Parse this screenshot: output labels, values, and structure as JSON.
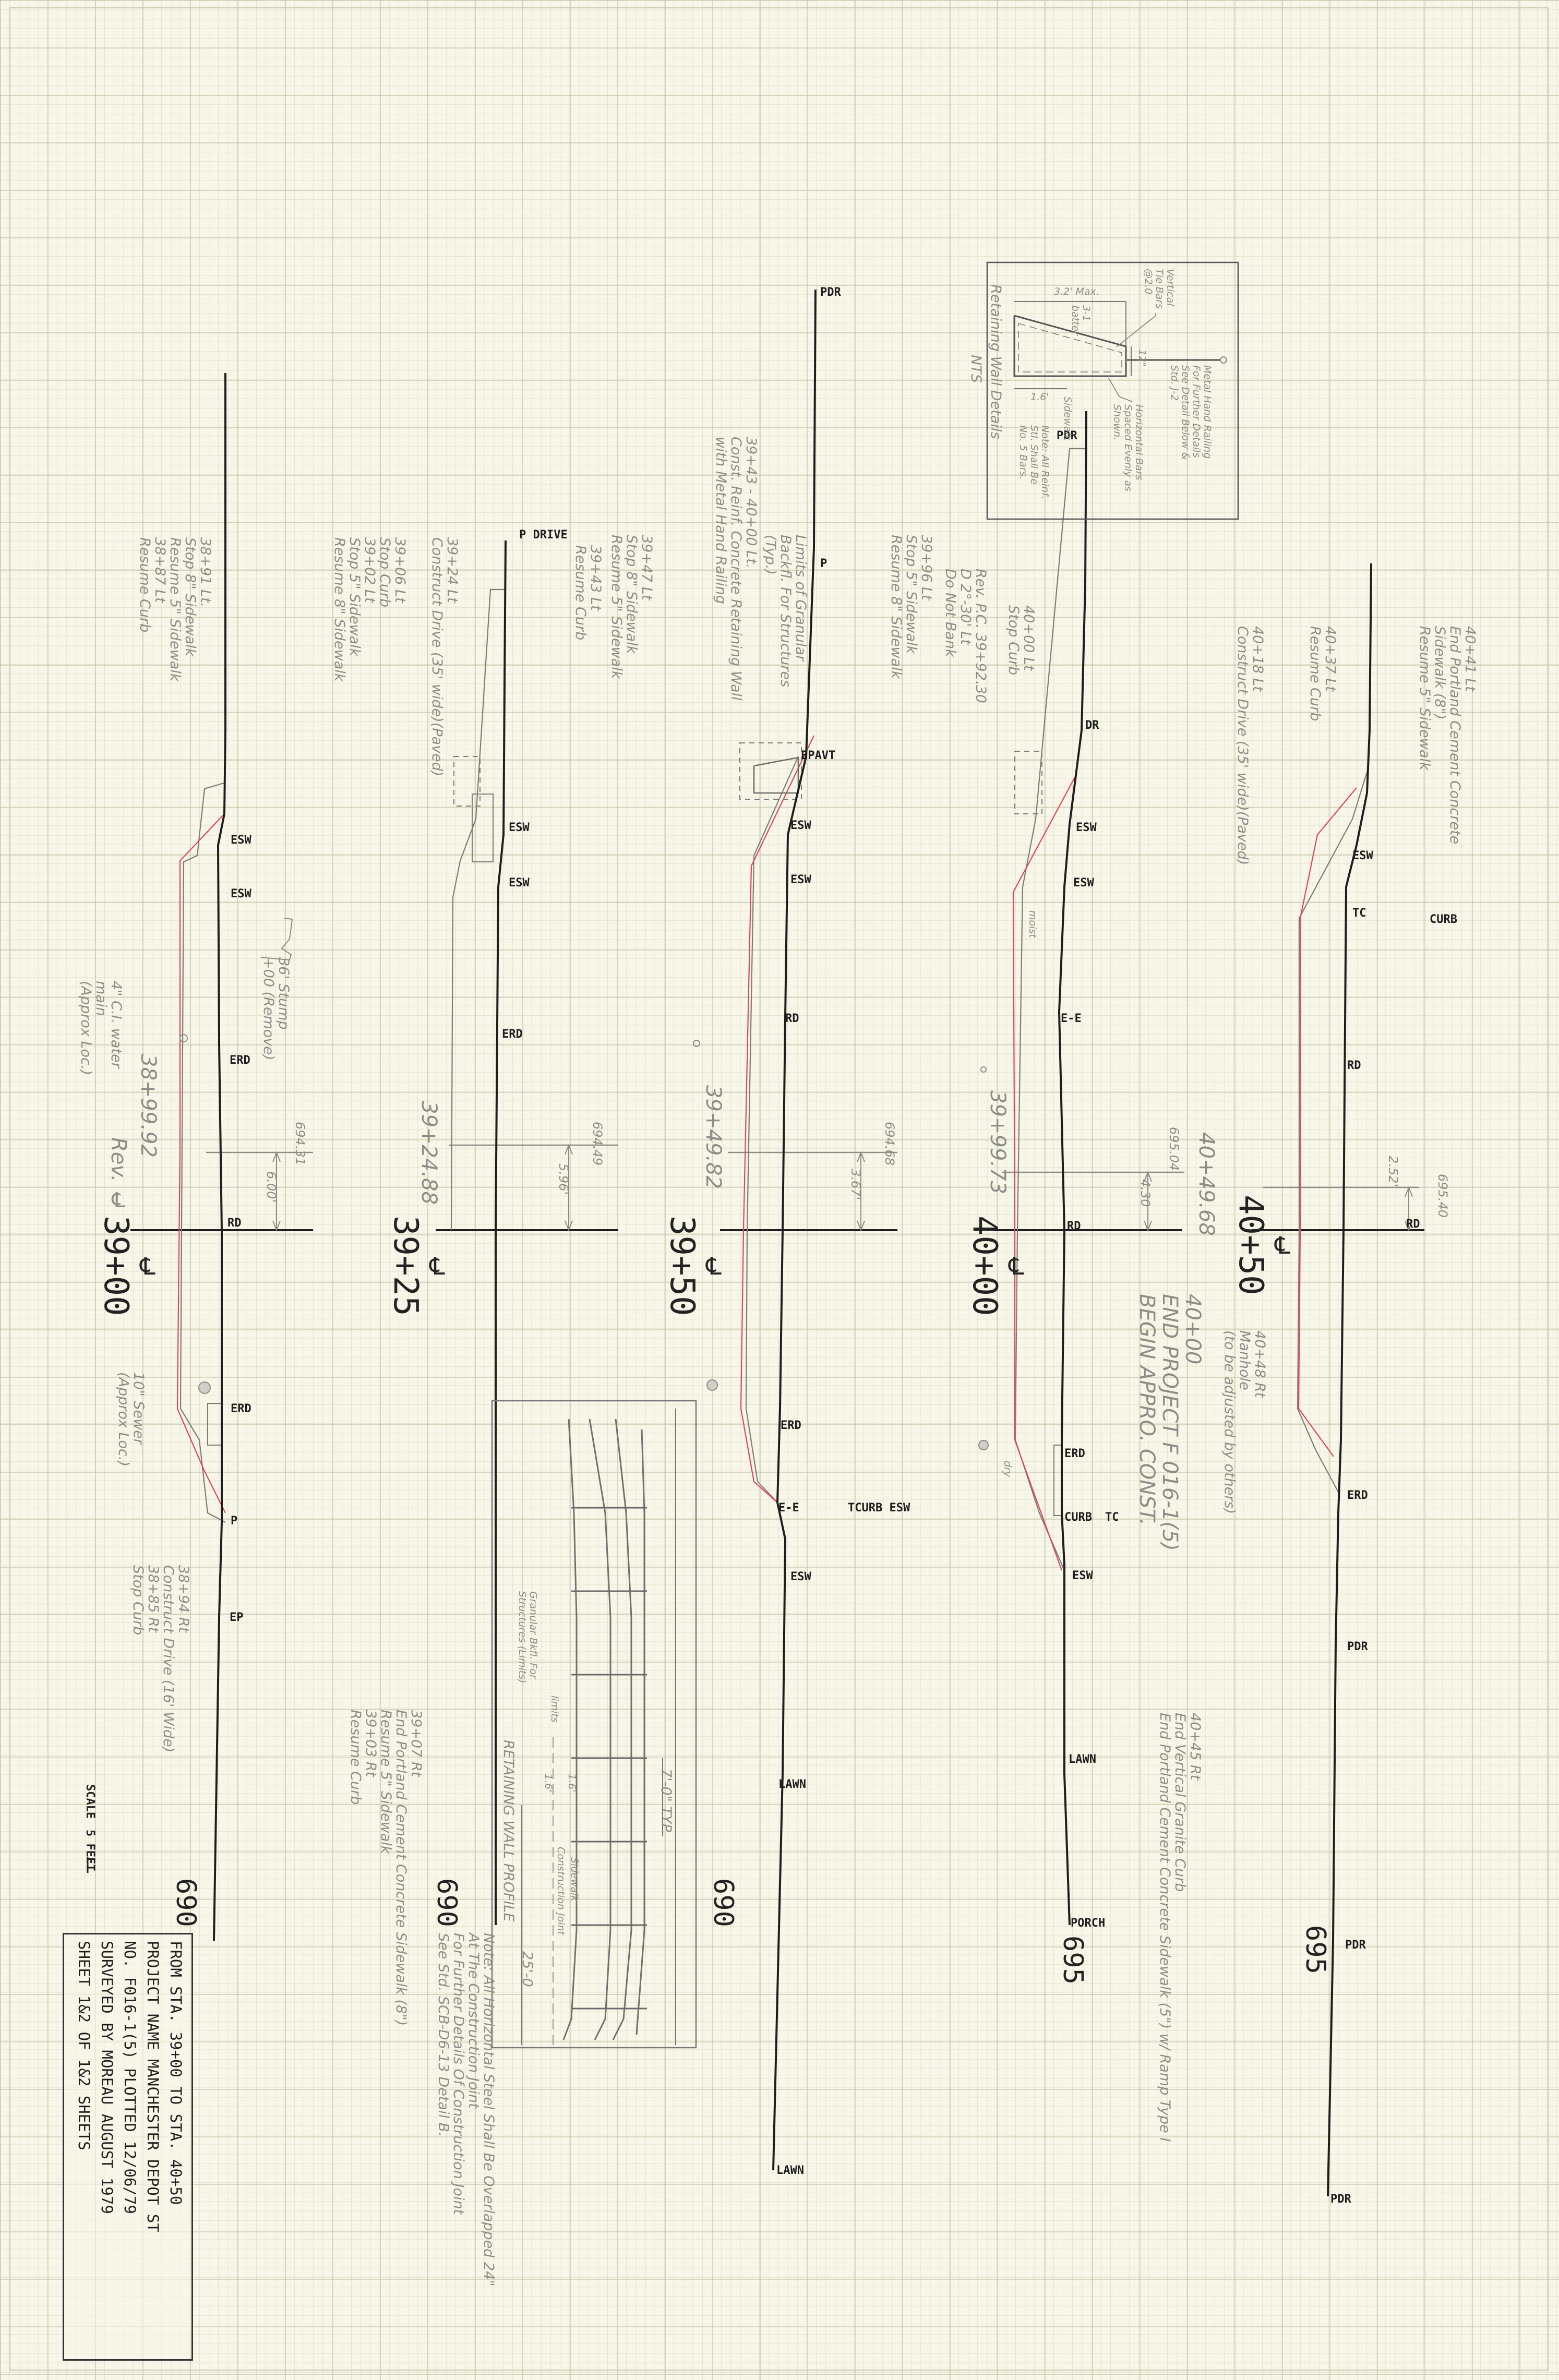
{
  "title_block": {
    "rows": [
      "FROM STA. 39+00      TO STA. 40+50",
      "PROJECT NAME  MANCHESTER  DEPOT ST",
      "      NO.     F016-1(5)    PLOTTED 12/06/79",
      "SURVEYED BY   MOREAU       AUGUST 1979",
      "SHEET 1&2 OF 1&2 SHEETS"
    ]
  },
  "scale": {
    "label": "SCALE",
    "value": "5 FEET"
  },
  "colors": {
    "ground": "#1e1e1e",
    "proposed": "#e0455a",
    "pencil": "#8d8d87"
  },
  "sections": [
    {
      "station": "39+00",
      "cl_symbol": "℄",
      "rev_station": "38+99.92",
      "elevation": "694.31",
      "offset": "6.00'",
      "elev_label": "690",
      "ground_labels": [
        "ESW",
        "ESW",
        "ERD",
        "RD",
        "ERD",
        "P",
        "EP"
      ]
    },
    {
      "station": "39+25",
      "cl_symbol": "℄",
      "rev_station": "39+24.88",
      "elevation": "694.49",
      "offset": "5.96'",
      "elev_label": "690",
      "ground_labels": [
        "P DRIVE",
        "ESW",
        "ESW",
        "ERD"
      ]
    },
    {
      "station": "39+50",
      "cl_symbol": "℄",
      "rev_station": "39+49.82",
      "elevation": "694.68",
      "offset": "3.67'",
      "elev_label": "690",
      "ground_labels": [
        "PDR",
        "P",
        "EPAVT",
        "ESW",
        "ESW",
        "RD",
        "ERD",
        "E-E",
        "TCURB ESW",
        "ESW",
        "LAWN",
        "LAWN"
      ]
    },
    {
      "station": "40+00",
      "cl_symbol": "℄",
      "rev_station": "39+99.73",
      "elevation": "695.04",
      "offset": "4.30",
      "elev_label": "695",
      "ground_labels": [
        "PDR",
        "DR",
        "ESW",
        "ESW",
        "E-E",
        "RD",
        "ERD",
        "CURB",
        "TC",
        "ESW",
        "LAWN",
        "PORCH"
      ]
    },
    {
      "station": "40+50",
      "cl_symbol": "℄",
      "rev_station": "40+49.68",
      "elevation": "695.40",
      "offset": "2.52'",
      "elev_label": "695",
      "ground_labels": [
        "ESW",
        "TC",
        "CURB",
        "RD",
        "RD",
        "ERD",
        "PDR",
        "PDR",
        "PDR"
      ]
    }
  ],
  "notes": [
    {
      "lines": [
        "38+91 Lt.",
        "Stop 8\" Sidewalk",
        "Resume 5\" Sidewalk",
        "38+87 Lt",
        "Resume Curb"
      ]
    },
    {
      "lines": [
        "36' Stump",
        "+00 (Remove)"
      ]
    },
    {
      "lines": [
        "4\" C.I. water",
        "main",
        "(Approx Loc.)"
      ]
    },
    {
      "lines": [
        "10\" Sewer",
        "(Approx Loc.)"
      ]
    },
    {
      "lines": [
        "38+94 Rt",
        "Construct Drive (16' Wide)",
        "38+85 Rt",
        "Stop Curb"
      ]
    },
    {
      "lines": [
        "39+06 Lt",
        "Stop Curb",
        "39+02 Lt",
        "Stop 5\" Sidewalk",
        "Resume 8\" Sidewalk"
      ]
    },
    {
      "lines": [
        "39+24 Lt",
        "Construct Drive (35' wide)(Paved)"
      ]
    },
    {
      "lines": [
        "39+43 Lt",
        "Resume Curb"
      ]
    },
    {
      "lines": [
        "39+47 Lt",
        "Stop 8\" Sidewalk",
        "Resume 5\" Sidewalk"
      ]
    },
    {
      "lines": [
        "39+07 Rt",
        "End Portland Cement Concrete Sidewalk (8\")",
        "Resume 5\" Sidewalk",
        "39+03 Rt",
        "Resume Curb"
      ]
    },
    {
      "lines": [
        "39+43 - 40+00 Lt.",
        "Const. Reinf. Concrete Retaining Wall",
        "with Metal Hand Railing"
      ]
    },
    {
      "lines": [
        "Limits of Granular",
        "Backfl. For Structures",
        "(Typ.)"
      ]
    },
    {
      "lines": [
        "39+96 Lt",
        "Stop 5\" Sidewalk",
        "Resume 8\" Sidewalk"
      ]
    },
    {
      "lines": [
        "Rev. P.C. 39+92.30",
        "D 2°-30' Lt",
        "Do Not Bank"
      ]
    },
    {
      "lines": [
        "40+00 Lt",
        "Stop Curb"
      ]
    },
    {
      "lines": [
        "40+18 Lt",
        "Construct Drive (35' wide)(Paved)"
      ]
    },
    {
      "lines": [
        "40+37 Lt",
        "Resume Curb"
      ]
    },
    {
      "lines": [
        "40+41 Lt",
        "End Portland Cement Concrete",
        "Sidewalk (8\")",
        "Resume 5\" Sidewalk"
      ]
    },
    {
      "lines": [
        "40+00",
        "END PROJECT F 016-1(5)",
        "BEGIN APPRO. CONST."
      ]
    },
    {
      "lines": [
        "40+48 Rt",
        "Manhole",
        "(to be adjusted by others)"
      ]
    },
    {
      "lines": [
        "40+45 Rt",
        "End Vertical Granite Curb",
        "End Portland Cement Concrete Sidewalk (5\") w/ Ramp Type I"
      ]
    },
    {
      "lines": [
        "Note: All Horizontal Steel Shall Be Overlapped 24\"",
        "At The Construction Joint",
        "For Further Details Of Construction Joint",
        "See Std. SCB-D6-13 Detail B."
      ]
    },
    {
      "lines": [
        "Granular Bkfl. For",
        "Structures (Limits)"
      ]
    },
    {
      "lines": [
        "moist"
      ]
    },
    {
      "lines": [
        "dry"
      ]
    },
    {
      "lines": [
        "Rev. ℄"
      ]
    }
  ],
  "retaining_wall_details": {
    "title": "Retaining Wall Details",
    "scale_note": "NTS",
    "tie_bars": [
      "Vertical",
      "Tie Bars",
      "@2.0"
    ],
    "max_width": "3.2' Max.",
    "batter": [
      "3-1",
      "batter"
    ],
    "height": "12\"",
    "footing": "1.6'",
    "sidewalk": "Sidewalk",
    "railing_note": [
      "Metal Hand Railing",
      "For Further Details",
      "See Detail Below &",
      "Std. J-2"
    ],
    "bars_note": [
      "Horizontal Bars",
      "Spaced Evenly as",
      "Shown."
    ],
    "reinf_note": [
      "Note: All Reinf.",
      "Stl. Shall Be",
      "No. 5 Bars."
    ]
  },
  "retaining_wall_profile": {
    "title": "RETAINING WALL PROFILE",
    "post_spacing": "7'-0\" TYP.",
    "length": "25'-0",
    "joint": "Construction Joint",
    "sidewalk": "Sidewalk",
    "limits": "limits",
    "dims": [
      "1.6'",
      "1.6'"
    ]
  }
}
